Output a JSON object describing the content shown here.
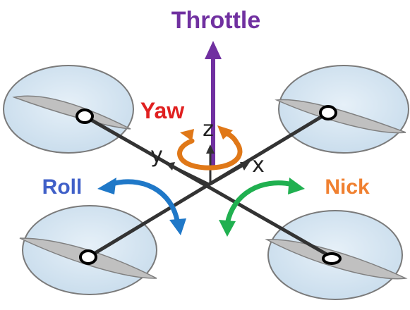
{
  "labels": {
    "throttle": "Throttle",
    "yaw": "Yaw",
    "roll": "Roll",
    "nick": "Nick",
    "axis_z": "z",
    "axis_y": "y",
    "axis_x": "x"
  },
  "colors": {
    "throttle": "#7030a0",
    "yaw": "#e02020",
    "roll": "#4060c8",
    "nick": "#f08030",
    "yaw_arrow": "#e07818",
    "roll_arrow": "#1f78c8",
    "nick_arrow": "#20b050",
    "rotor_fill": "#d6e6f2",
    "rotor_stroke": "#7a7a7a",
    "arm": "#333333"
  },
  "icons": {
    "rotors": [
      "rotor-front-left",
      "rotor-front-right",
      "rotor-rear-left",
      "rotor-rear-right"
    ]
  }
}
